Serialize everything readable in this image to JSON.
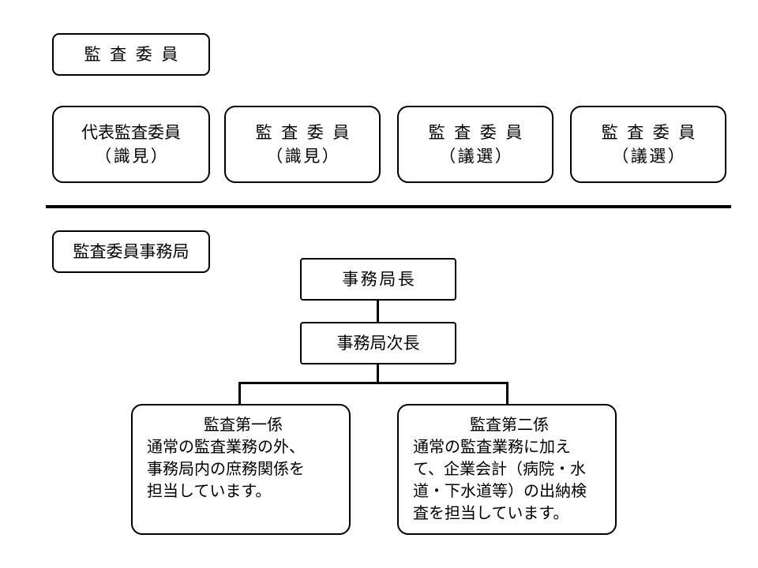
{
  "committee": {
    "title": "監査委員",
    "members": [
      {
        "line1": "代表監査委員",
        "line2": "（識見）"
      },
      {
        "line1": "監査委員",
        "line2": "（識見）"
      },
      {
        "line1": "監査委員",
        "line2": "（議選）"
      },
      {
        "line1": "監査委員",
        "line2": "（議選）"
      }
    ]
  },
  "office": {
    "title": "監査委員事務局",
    "director": "事務局長",
    "deputy": "事務局次長",
    "sections": [
      {
        "title": "監査第一係",
        "lines": [
          "通常の監査業務の外、",
          "事務局内の庶務関係を",
          "担当しています。"
        ]
      },
      {
        "title": "監査第二係",
        "lines": [
          "通常の監査業務に加え",
          "て、企業会計（病院・水",
          "道・下水道等）の出納検",
          "査を担当しています。"
        ]
      }
    ]
  },
  "colors": {
    "line": "#000000",
    "background": "#ffffff"
  }
}
